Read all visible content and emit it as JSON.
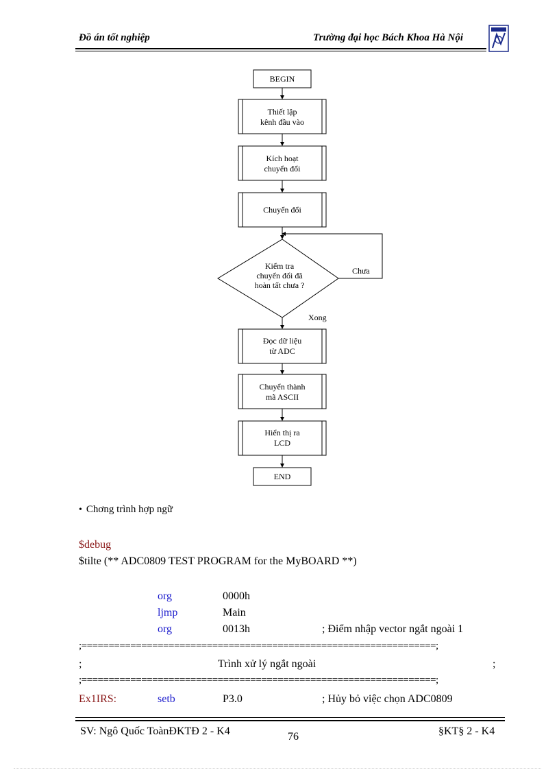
{
  "header": {
    "left": "Đồ án tốt nghiệp",
    "right": "Trường đại học Bách Khoa Hà Nội"
  },
  "flowchart": {
    "begin": "BEGIN",
    "step1_l1": "Thiết lập",
    "step1_l2": "kênh đầu vào",
    "step2_l1": "Kích hoạt",
    "step2_l2": "chuyển đổi",
    "step3": "Chuyển đổi",
    "decision_l1": "Kiểm tra",
    "decision_l2": "chuyển đổi đã",
    "decision_l3": "hoàn tất chưa ?",
    "no_label": "Chưa",
    "yes_label": "Xong",
    "step4_l1": "Đọc dữ liệu",
    "step4_l2": "từ ADC",
    "step5_l1": "Chuyển thành",
    "step5_l2": "mã ASCII",
    "step6_l1": "Hiển thị ra",
    "step6_l2": "LCD",
    "end": "END"
  },
  "bullet": "Chơng   trình hợp ngữ",
  "code": {
    "debug": "$debug",
    "title": "$tilte (**    ADC0809  TEST PROGRAM for the MyBOARD     **)",
    "l1_kw": "org",
    "l1_arg": "0000h",
    "l2_kw": "ljmp",
    "l2_arg": "Main",
    "l3_kw": "org",
    "l3_arg": "0013h",
    "l3_comment": "; Điểm nhập vector ngắt ngoài 1",
    "sep1": ";=================================================================;",
    "banner_left": ";",
    "banner_text": "Trình xử lý ngắt ngoài",
    "banner_right": ";",
    "sep2": ";=================================================================;",
    "l4_label": "Ex1IRS:",
    "l4_kw": "setb",
    "l4_arg": "P3.0",
    "l4_comment": "; Hủy bỏ việc chọn ADC0809"
  },
  "footer": {
    "left": "SV: Ngô Quốc ToànĐKTĐ 2 - K4",
    "page": "76",
    "right": "§KT§ 2 - K4"
  }
}
